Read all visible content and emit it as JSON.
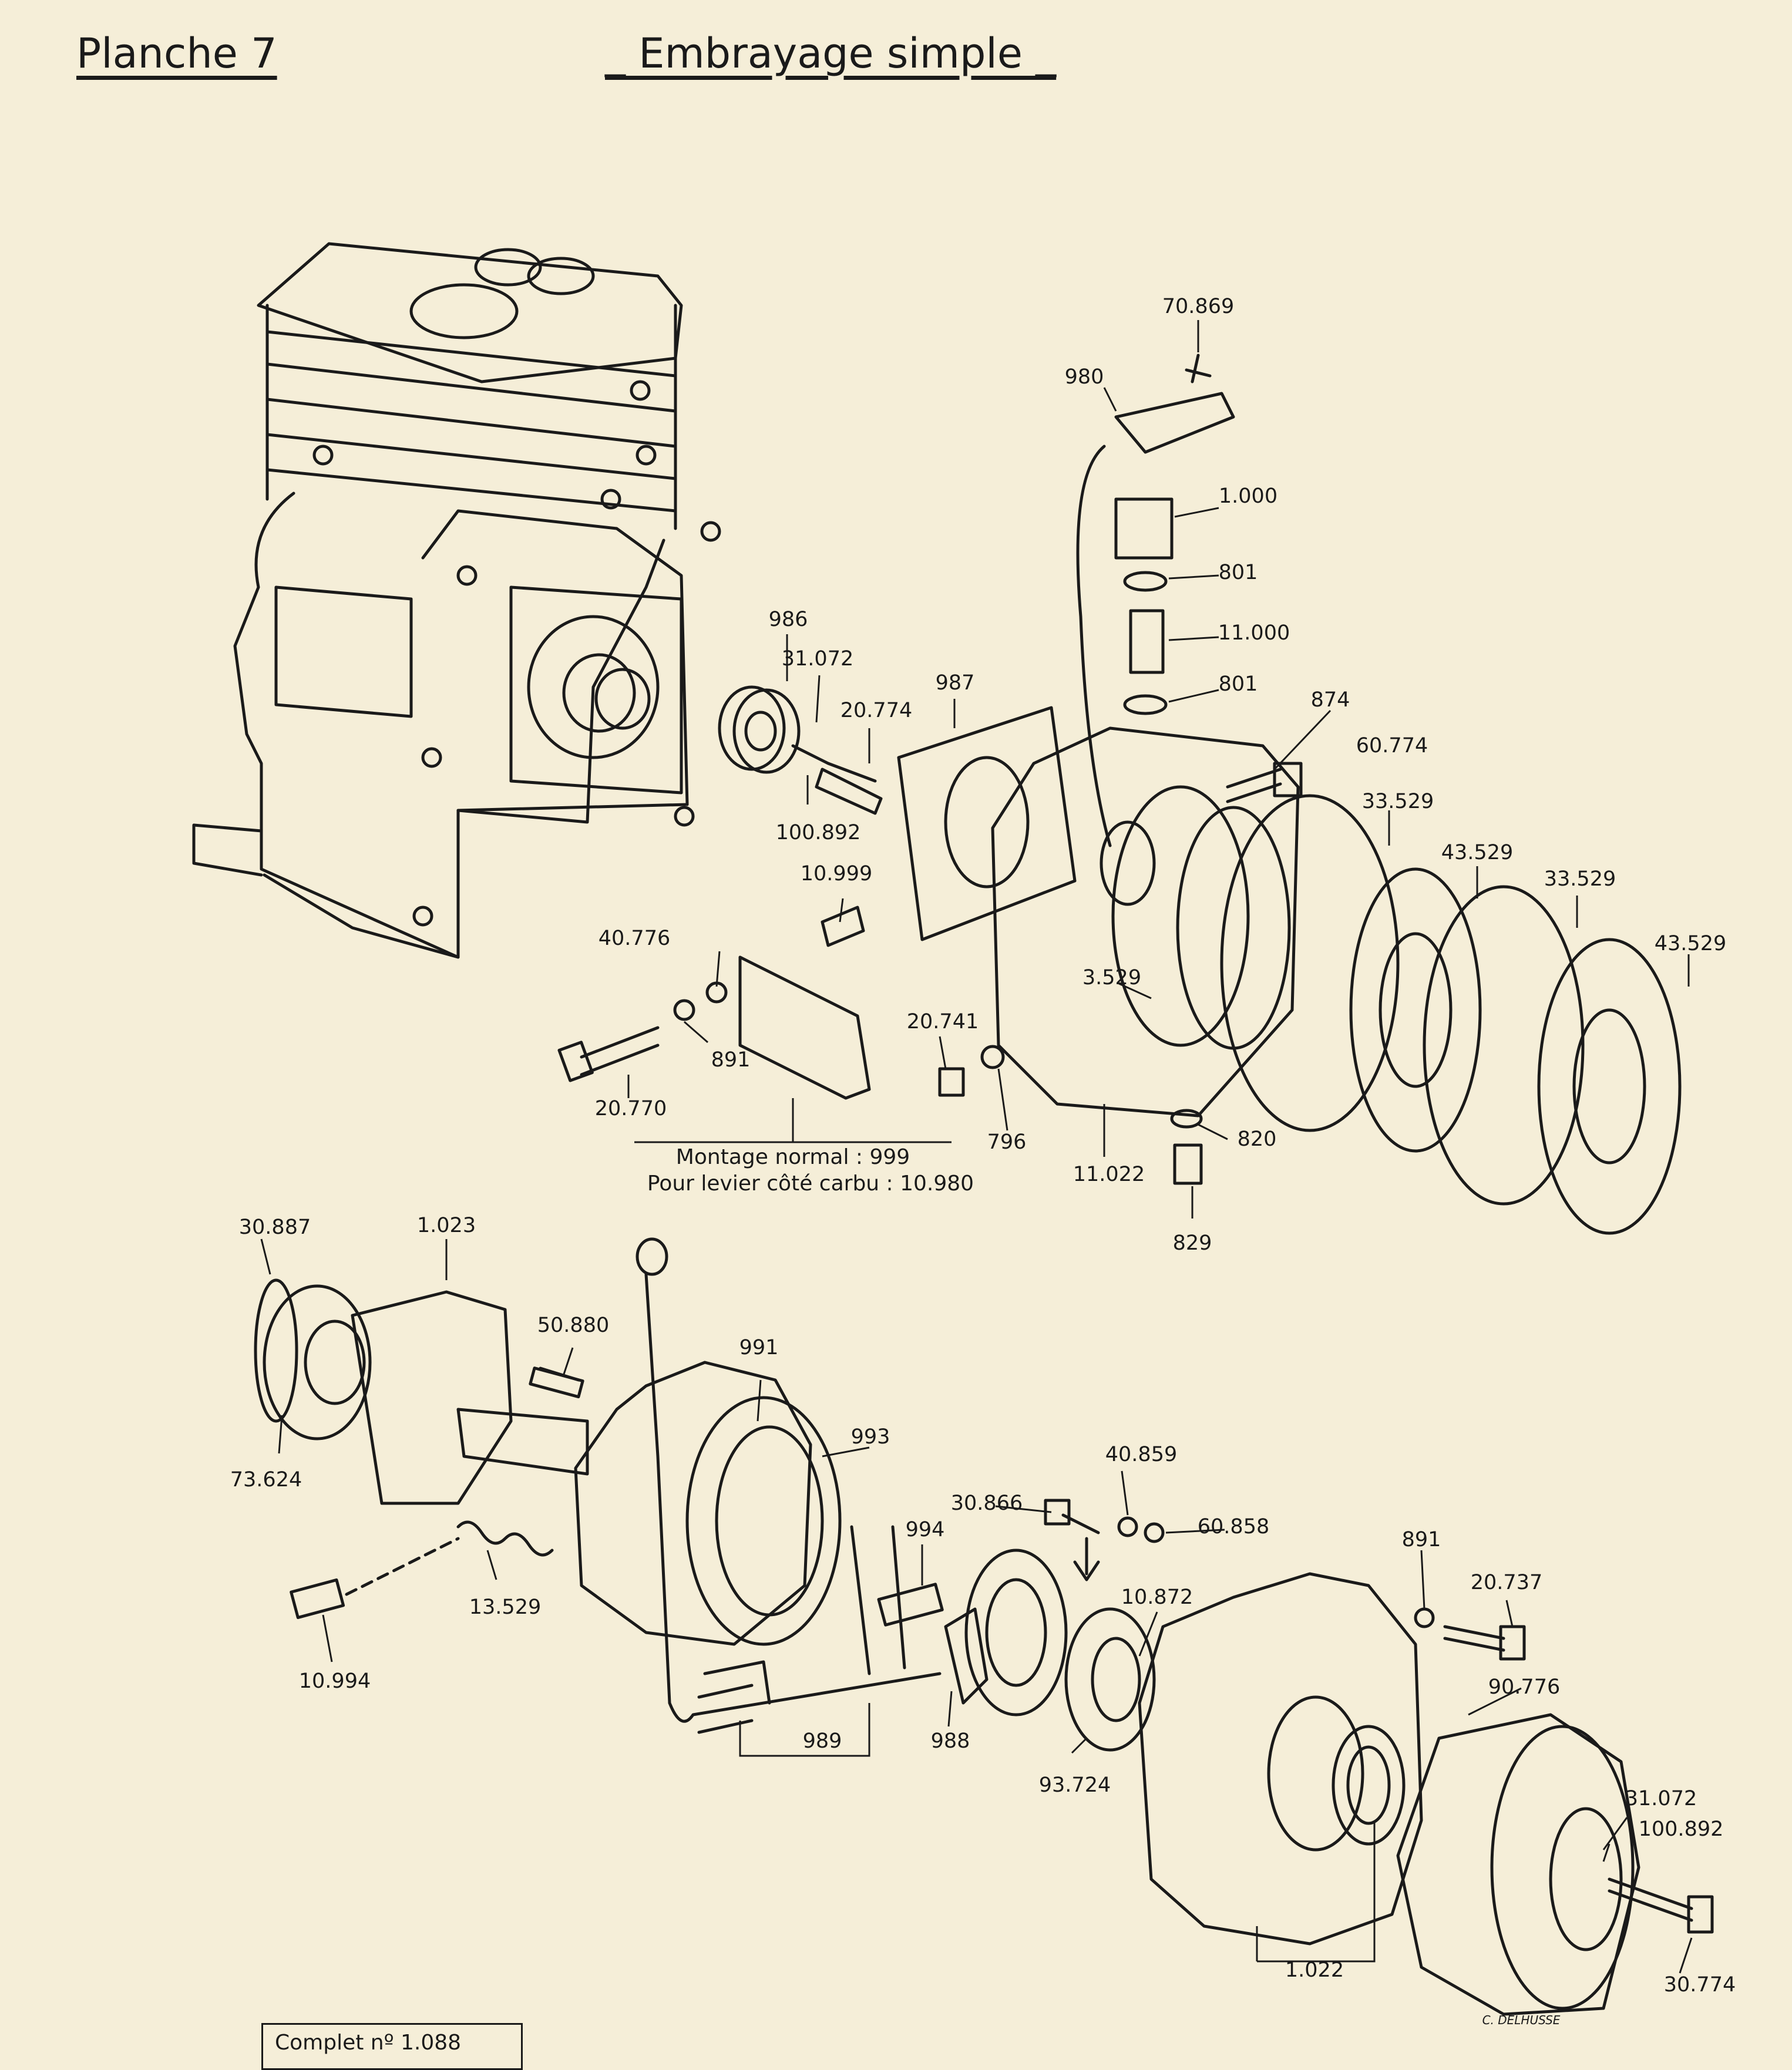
{
  "header": {
    "plate": "Planche 7",
    "title": "_ Embrayage simple _"
  },
  "labels": [
    "70.869",
    "980",
    "1.000",
    "801",
    "11.000",
    "801",
    "874",
    "60.774",
    "986",
    "31.072",
    "987",
    "20.774",
    "100.892",
    "33.529",
    "43.529",
    "33.529",
    "43.529",
    "10.999",
    "40.776",
    "3.529",
    "891",
    "20.741",
    "20.770",
    "796",
    "820",
    "11.022",
    "829",
    "30.887",
    "1.023",
    "50.880",
    "991",
    "993",
    "73.624",
    "40.859",
    "30.866",
    "60.858",
    "994",
    "891",
    "20.737",
    "10.872",
    "13.529",
    "10.994",
    "90.776",
    "989",
    "988",
    "93.724",
    "31.072",
    "100.892",
    "1.022",
    "30.774"
  ],
  "notes": {
    "montage_normal": "Montage normal : 999",
    "levier_carbu": "Pour levier côté carbu : 10.980"
  },
  "complete": "Complet nº 1.088",
  "signature": "C. DELHUSSE"
}
